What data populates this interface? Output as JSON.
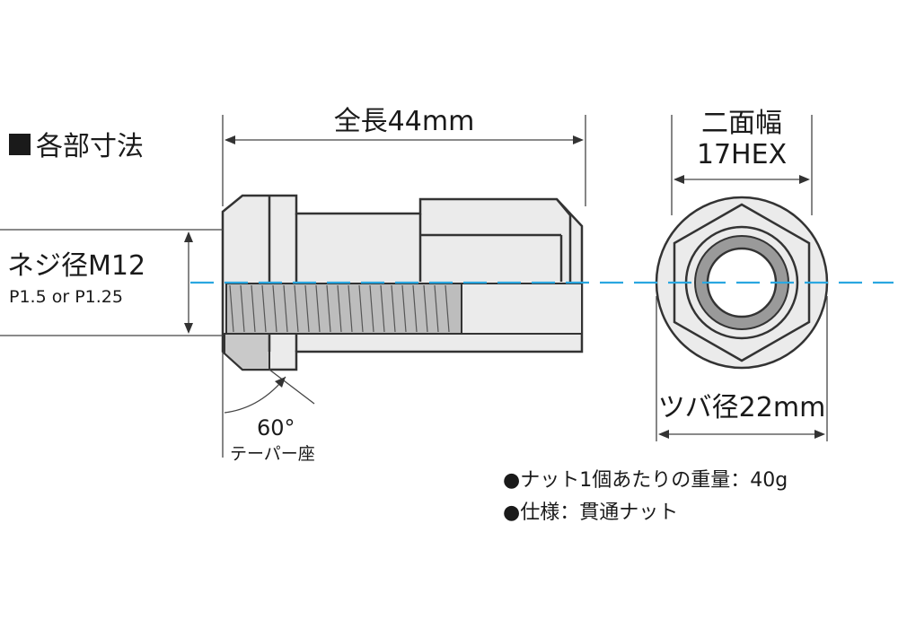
{
  "section_title": "各部寸法",
  "dimensions": {
    "overall_length": "全長44mm",
    "width_across_flats_line1": "二面幅",
    "width_across_flats_line2": "17HEX",
    "thread_size": "ネジ径M12",
    "thread_pitch": "P1.5 or P1.25",
    "taper_angle": "60°",
    "taper_seat": "テーパー座",
    "flange_diameter": "ツバ径22mm"
  },
  "notes": [
    "●ナット1個あたりの重量：40g",
    "●仕様：貫通ナット"
  ],
  "colors": {
    "center_axis": "#2aa7e0",
    "outline": "#333333",
    "part_fill": "#ebebeb"
  }
}
